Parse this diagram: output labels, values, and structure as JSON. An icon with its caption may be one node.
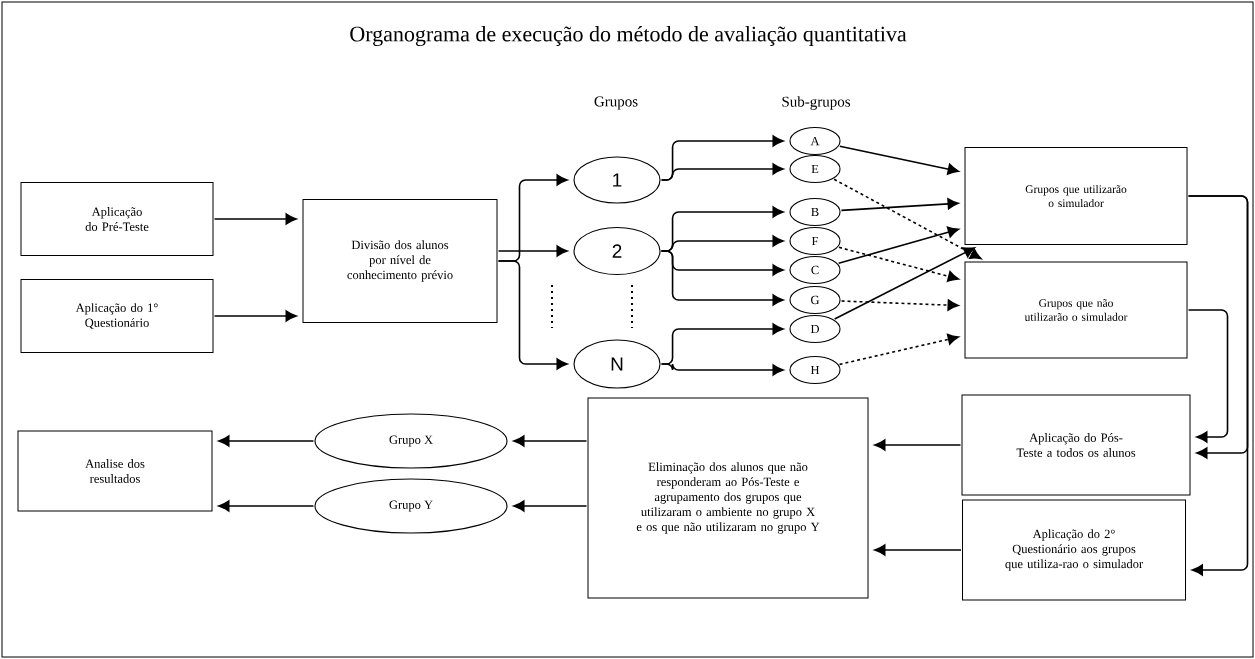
{
  "diagram": {
    "title": "Organograma de execução do método de avaliação quantitativa",
    "nodes": [
      {
        "text": [
          "Aplicação do Pré-Teste"
        ]
      },
      {
        "text": [
          "Aplicação do 1° Questionário"
        ]
      },
      {
        "text": [
          "Divisão dos alunos por nível de conhecimento prévio"
        ]
      },
      {
        "text": [
          "1"
        ]
      },
      {
        "text": [
          "2"
        ]
      },
      {
        "text": [
          "N"
        ]
      },
      {
        "text": [
          "A"
        ]
      },
      {
        "text": [
          "E"
        ]
      },
      {
        "text": [
          "B"
        ]
      },
      {
        "text": [
          "F"
        ]
      },
      {
        "text": [
          "C"
        ]
      },
      {
        "text": [
          "G"
        ]
      },
      {
        "text": [
          "D"
        ]
      },
      {
        "text": [
          "H"
        ]
      },
      {
        "text": [
          "Grupos que utilizarão o simulador"
        ]
      },
      {
        "text": [
          "Grupos que não utilizarão o simulador"
        ]
      },
      {
        "text": [
          "Aplicação do Pós-Teste a todos os alunos"
        ]
      },
      {
        "text": [
          "Aplicação do 2° Questionário aos grupos que utiliza-rao o simulador"
        ]
      },
      {
        "text": [
          "Eliminação dos alunos que não responderam ao Pós-Teste e agrupamento dos grupos que utilizaram o ambiente no grupo X e os que não utilizaram no grupo Y"
        ]
      },
      {
        "text": [
          "Grupo X"
        ]
      },
      {
        "text": [
          "Grupo Y"
        ]
      },
      {
        "text": [
          "Analise dos resultados"
        ]
      }
    ],
    "edges": [
      {
        "from": 0,
        "to": 2,
        "arrow": "to"
      },
      {
        "from": 1,
        "to": 2,
        "arrow": "to"
      },
      {
        "from": 2,
        "to": 3,
        "arrow": "to"
      },
      {
        "from": 2,
        "to": 4,
        "arrow": "to"
      },
      {
        "from": 2,
        "to": 5,
        "arrow": "to"
      },
      {
        "from": 3,
        "to": 6,
        "arrow": "to"
      },
      {
        "from": 3,
        "to": 7,
        "arrow": "to"
      },
      {
        "from": 4,
        "to": 8,
        "arrow": "to"
      },
      {
        "from": 4,
        "to": 9,
        "arrow": "to"
      },
      {
        "from": 4,
        "to": 10,
        "arrow": "to"
      },
      {
        "from": 4,
        "to": 11,
        "arrow": "to"
      },
      {
        "from": 5,
        "to": 12,
        "arrow": "to"
      },
      {
        "from": 5,
        "to": 13,
        "arrow": "to"
      },
      {
        "from": 6,
        "to": 14,
        "arrow": "to"
      },
      {
        "from": 8,
        "to": 14,
        "arrow": "to"
      },
      {
        "from": 10,
        "to": 14,
        "arrow": "to"
      },
      {
        "from": 12,
        "to": 14,
        "arrow": "to"
      },
      {
        "from": 7,
        "to": 15,
        "arrow": "to",
        "style": "dashed"
      },
      {
        "from": 9,
        "to": 15,
        "arrow": "to",
        "style": "dashed"
      },
      {
        "from": 11,
        "to": 15,
        "arrow": "to",
        "style": "dashed"
      },
      {
        "from": 13,
        "to": 15,
        "arrow": "to",
        "style": "dashed"
      },
      {
        "from": 15,
        "to": 16,
        "arrow": "to"
      },
      {
        "from": 14,
        "to": 16,
        "arrow": "to"
      },
      {
        "from": 14,
        "to": 17,
        "arrow": "to"
      },
      {
        "from": 16,
        "to": 18,
        "arrow": "to"
      },
      {
        "from": 17,
        "to": 18,
        "arrow": "to"
      },
      {
        "from": 18,
        "to": 19,
        "arrow": "to"
      },
      {
        "from": 18,
        "to": 20,
        "arrow": "to"
      },
      {
        "from": 19,
        "to": 21,
        "arrow": "to"
      },
      {
        "from": 20,
        "to": 21,
        "arrow": "to"
      }
    ],
    "labels": [
      "Grupos",
      "Sub-grupos"
    ]
  }
}
